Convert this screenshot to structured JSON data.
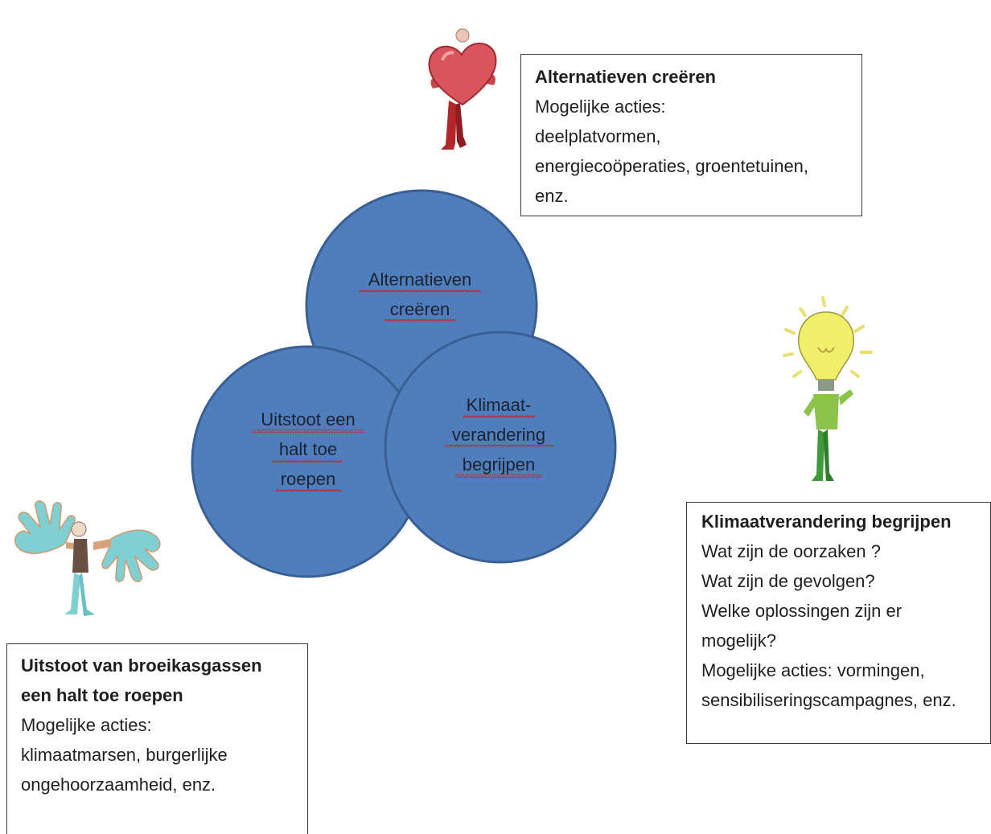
{
  "colors": {
    "circle_fill": "#4f7ebd",
    "circle_stroke": "#3a5f94",
    "spellcheck_underline": "#d02020"
  },
  "circles": {
    "top": {
      "lines": [
        "Alternatieven",
        "creëren"
      ]
    },
    "left": {
      "lines": [
        "Uitstoot een",
        "halt toe",
        "roepen"
      ]
    },
    "right": {
      "lines": [
        "Klimaat-",
        "verandering",
        "begrijpen"
      ]
    }
  },
  "boxes": {
    "top": {
      "title": "Alternatieven creëren",
      "lines": [
        "Mogelijke acties:",
        "deelplatvormen,",
        "energiecoöperaties, groentetuinen,",
        "enz."
      ]
    },
    "right": {
      "title": "Klimaatverandering begrijpen",
      "lines": [
        "Wat zijn de oorzaken ?",
        "Wat zijn de gevolgen?",
        "Welke oplossingen zijn er",
        "mogelijk?",
        "Mogelijke acties: vormingen,",
        "sensibiliseringscampagnes, enz."
      ]
    },
    "left": {
      "title_lines": [
        "Uitstoot van broeikasgassen",
        "een halt toe roepen"
      ],
      "lines": [
        "Mogelijke acties:",
        "klimaatmarsen, burgerlijke",
        "ongehoorzaamheid, enz."
      ]
    }
  },
  "illustrations": {
    "heart": "figure-holding-heart-icon",
    "bulb": "lightbulb-head-figure-icon",
    "hands": "figure-with-big-hands-icon"
  }
}
